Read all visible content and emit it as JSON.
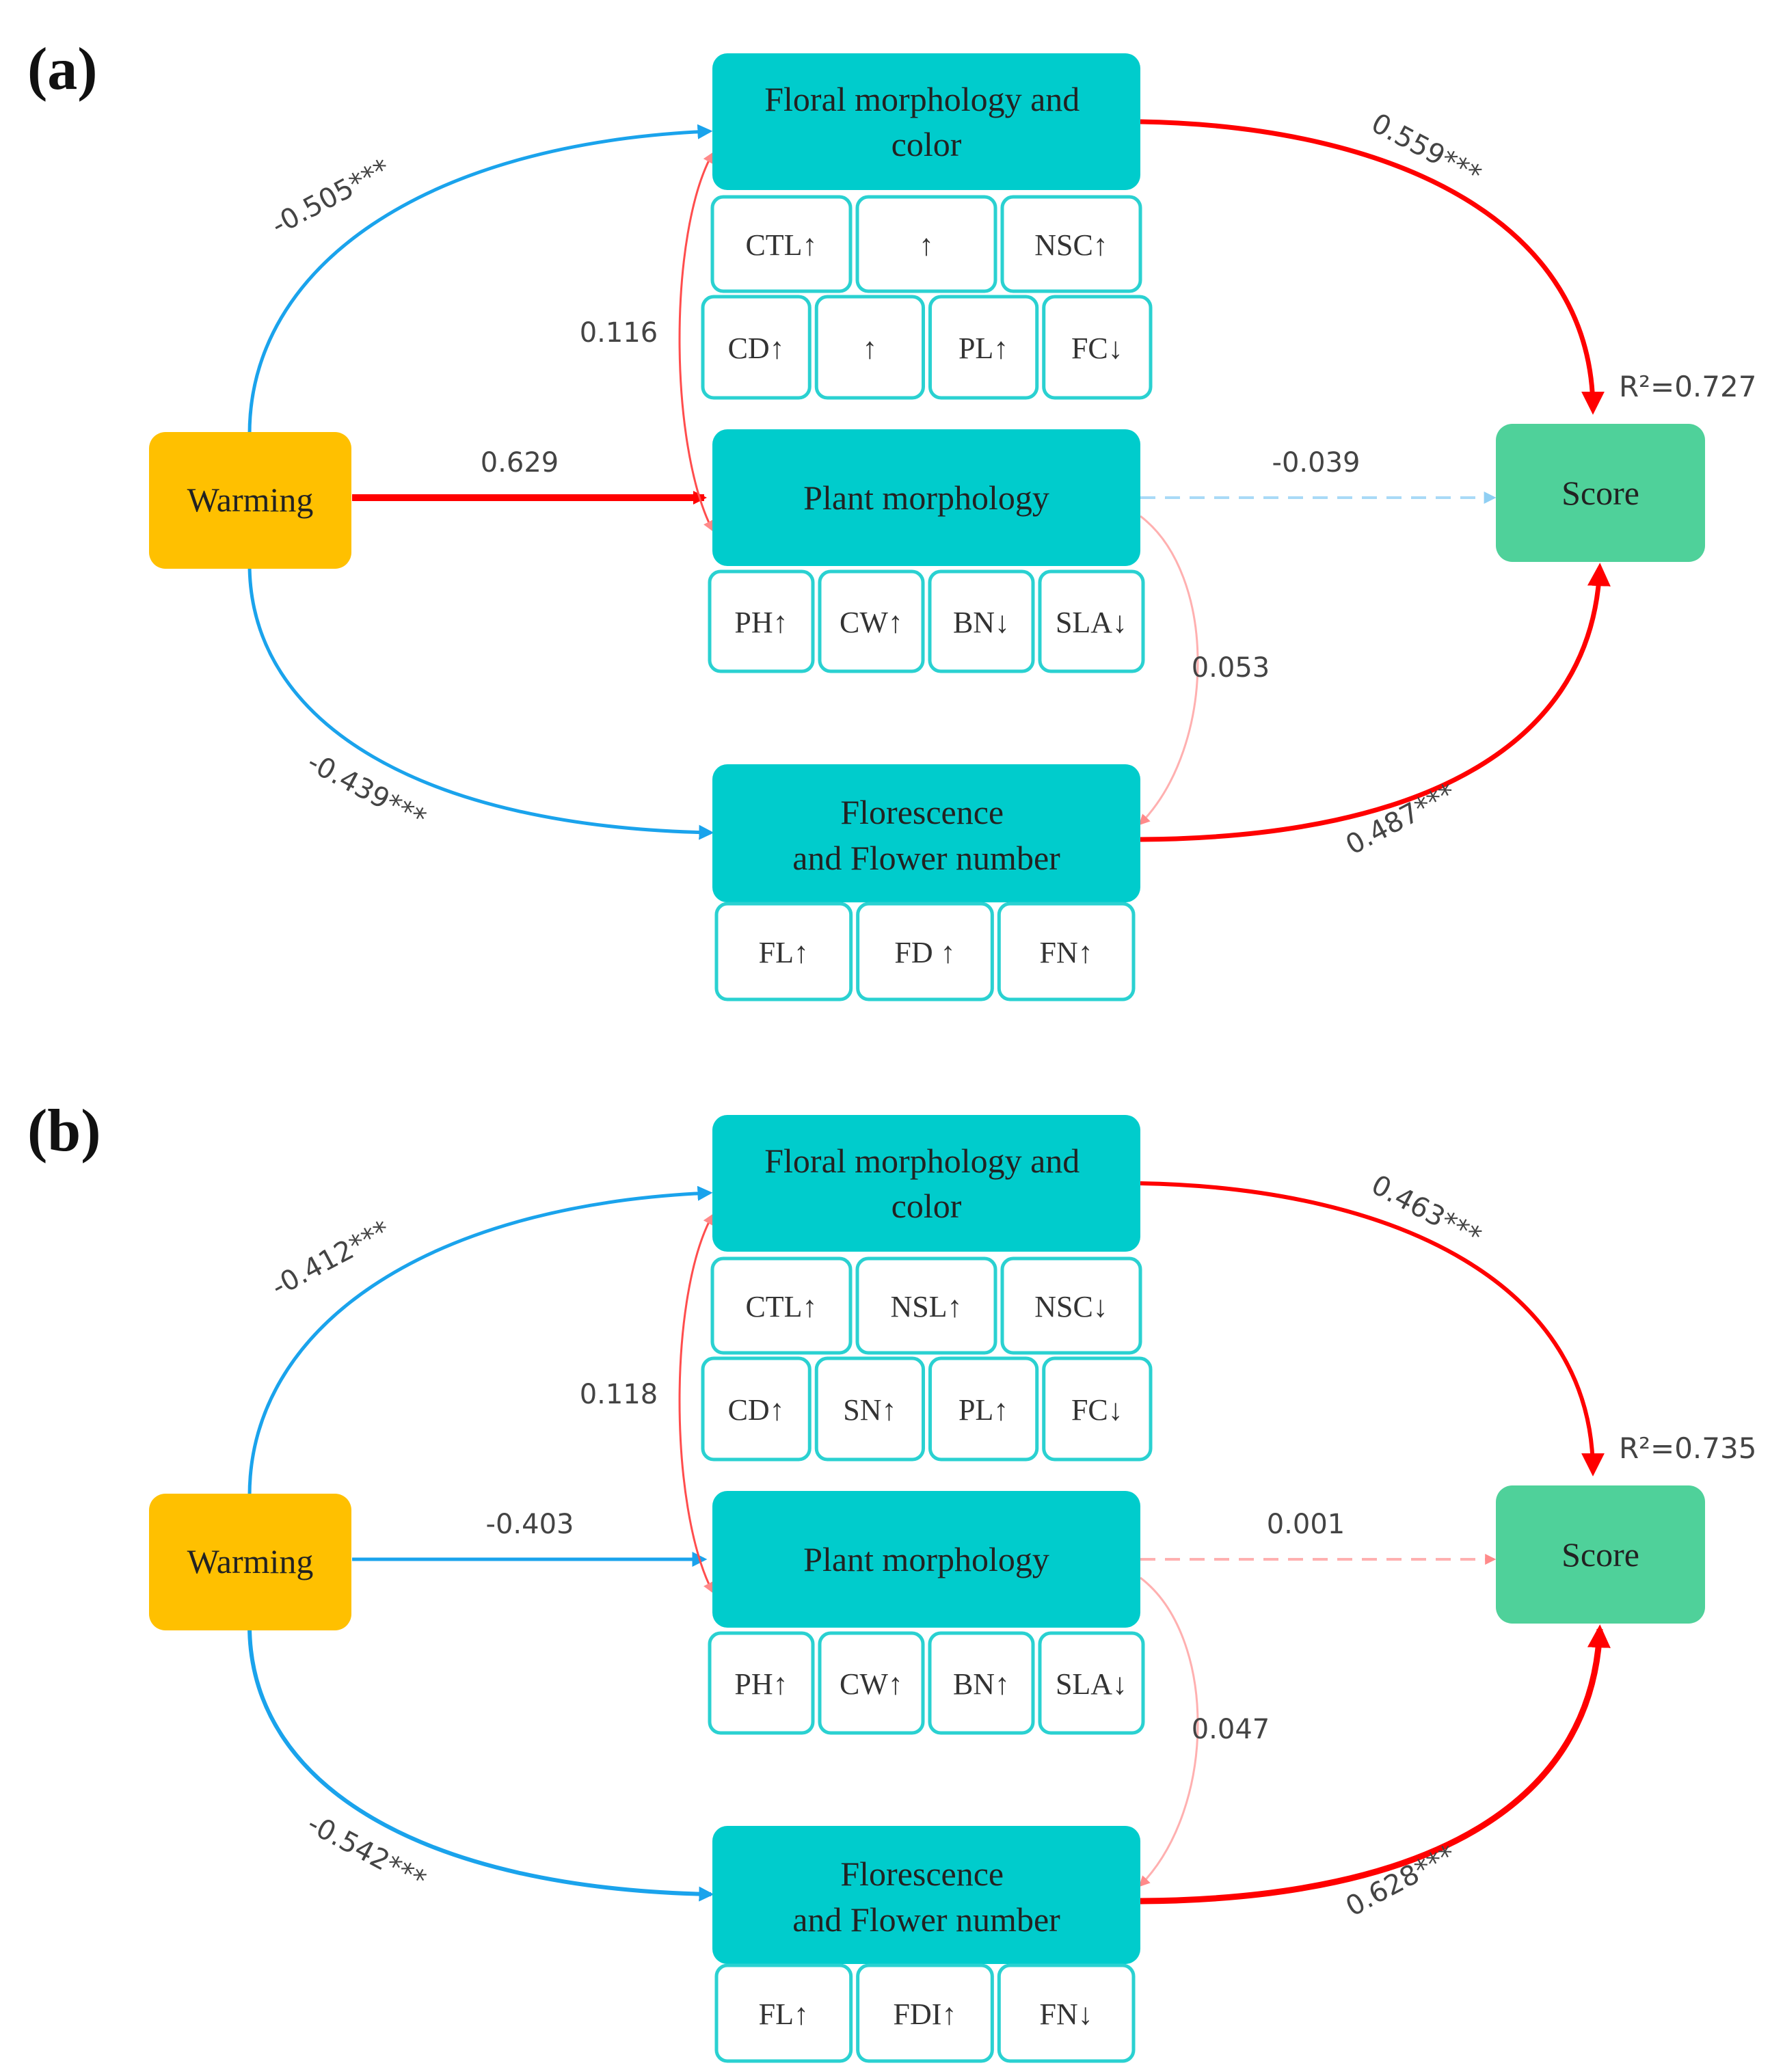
{
  "colors": {
    "positive": "#ff0000",
    "positive_weak": "#ff9a9a",
    "negative": "#1aa3ec",
    "negative_weak": "#a9daf7",
    "construct_fill": "#00cccc",
    "trait_border": "#2ad1d1",
    "warming_fill": "#ffc000",
    "score_fill": "#4fd19a",
    "coef_text": "#444444"
  },
  "panel_a": {
    "label": "(a)",
    "warming": "Warming",
    "score": "Score",
    "r2": "R²=0.727",
    "floral_lines": [
      "Floral morphology and",
      "color"
    ],
    "plant_label": "Plant morphology",
    "flor_lines": [
      "Florescence",
      "and Flower number"
    ],
    "floral_row1": [
      "CTL↑",
      "↑",
      "NSC↑"
    ],
    "floral_row2": [
      "CD↑",
      "↑",
      "PL↑",
      "FC↓"
    ],
    "plant_row": [
      "PH↑",
      "CW↑",
      "BN↓",
      "SLA↓"
    ],
    "flor_row": [
      "FL↑",
      "FD ↑",
      "FN↑"
    ],
    "coef": {
      "w_floral": "-0.505***",
      "w_plant": "0.629",
      "w_flor": "-0.439***",
      "plant_floral": "0.116",
      "plant_flor": "0.053",
      "floral_score": "0.559***",
      "plant_score": "-0.039",
      "flor_score": "0.487***"
    }
  },
  "panel_b": {
    "label": "(b)",
    "warming": "Warming",
    "score": "Score",
    "r2": "R²=0.735",
    "floral_lines": [
      "Floral morphology and",
      "color"
    ],
    "plant_label": "Plant morphology",
    "flor_lines": [
      "Florescence",
      "and Flower number"
    ],
    "floral_row1": [
      "CTL↑",
      "NSL↑",
      "NSC↓"
    ],
    "floral_row2": [
      "CD↑",
      "SN↑",
      "PL↑",
      "FC↓"
    ],
    "plant_row": [
      "PH↑",
      "CW↑",
      "BN↑",
      "SLA↓"
    ],
    "flor_row": [
      "FL↑",
      "FDI↑",
      "FN↓"
    ],
    "coef": {
      "w_floral": "-0.412***",
      "w_plant": "-0.403",
      "w_flor": "-0.542***",
      "plant_floral": "0.118",
      "plant_flor": "0.047",
      "floral_score": "0.463***",
      "plant_score": "0.001",
      "flor_score": "0.628***"
    }
  }
}
